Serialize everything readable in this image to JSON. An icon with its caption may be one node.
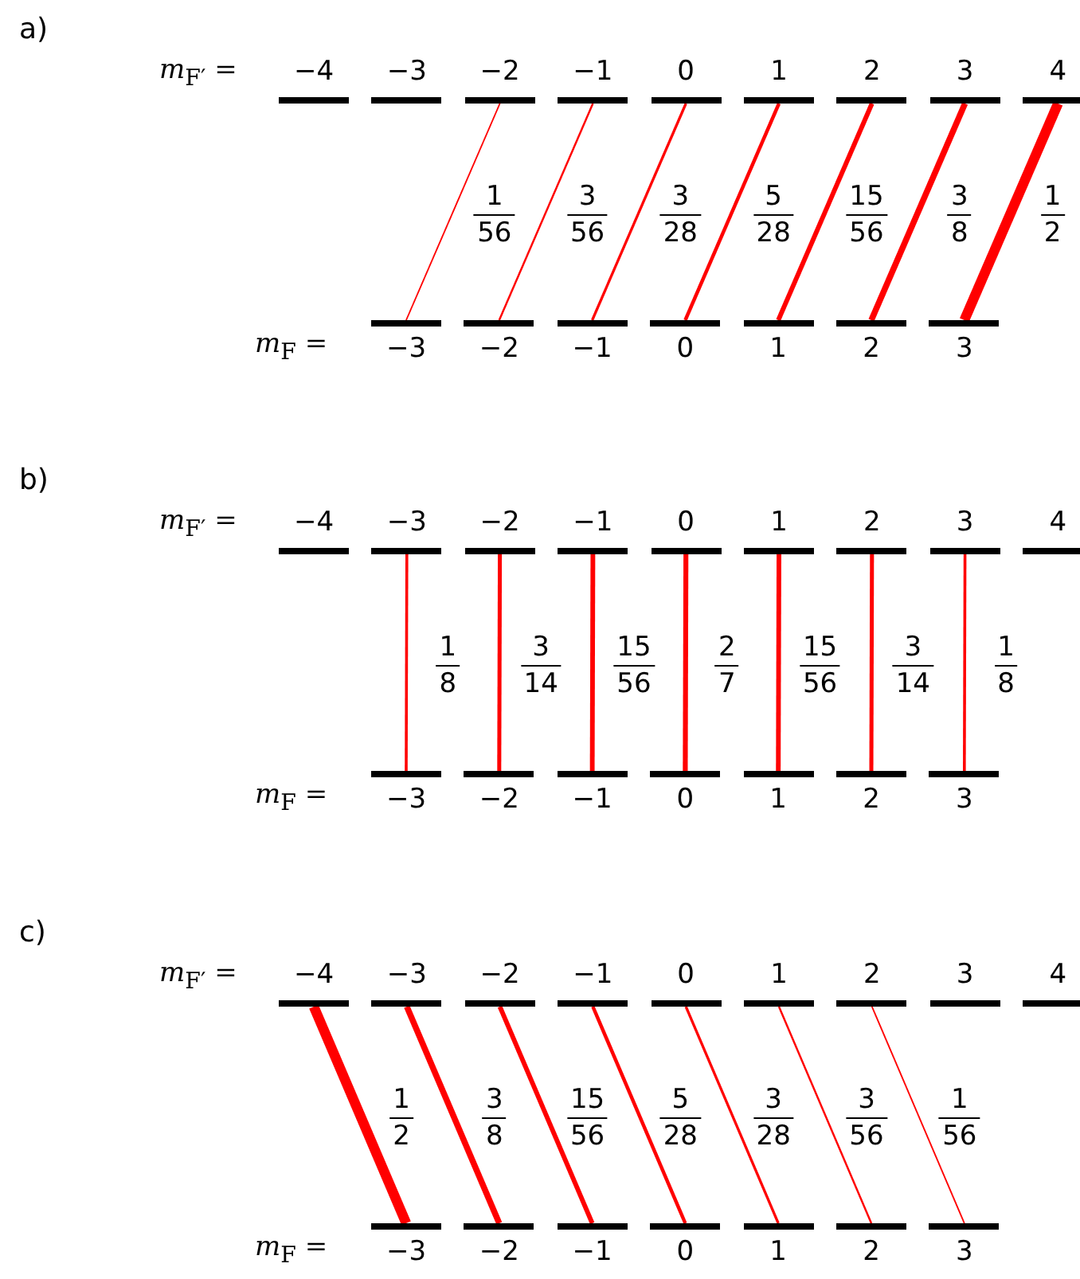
{
  "diagram": {
    "nodes": [
      {
        "text": [
          "−4"
        ]
      },
      {
        "text": [
          "−3"
        ]
      },
      {
        "text": [
          "−2"
        ]
      },
      {
        "text": [
          "−1"
        ]
      },
      {
        "text": [
          "0"
        ]
      },
      {
        "text": [
          "1"
        ]
      },
      {
        "text": [
          "2"
        ]
      },
      {
        "text": [
          "3"
        ]
      },
      {
        "text": [
          "4"
        ]
      },
      {
        "text": [
          "−3"
        ]
      },
      {
        "text": [
          "−2"
        ]
      },
      {
        "text": [
          "−1"
        ]
      },
      {
        "text": [
          "0"
        ]
      },
      {
        "text": [
          "1"
        ]
      },
      {
        "text": [
          "2"
        ]
      },
      {
        "text": [
          "3"
        ]
      },
      {
        "text": [
          "−4"
        ]
      },
      {
        "text": [
          "−3"
        ]
      },
      {
        "text": [
          "−2"
        ]
      },
      {
        "text": [
          "−1"
        ]
      },
      {
        "text": [
          "0"
        ]
      },
      {
        "text": [
          "1"
        ]
      },
      {
        "text": [
          "2"
        ]
      },
      {
        "text": [
          "3"
        ]
      },
      {
        "text": [
          "4"
        ]
      },
      {
        "text": [
          "−3"
        ]
      },
      {
        "text": [
          "−2"
        ]
      },
      {
        "text": [
          "−1"
        ]
      },
      {
        "text": [
          "0"
        ]
      },
      {
        "text": [
          "1"
        ]
      },
      {
        "text": [
          "2"
        ]
      },
      {
        "text": [
          "3"
        ]
      },
      {
        "text": [
          "−4"
        ]
      },
      {
        "text": [
          "−3"
        ]
      },
      {
        "text": [
          "−2"
        ]
      },
      {
        "text": [
          "−1"
        ]
      },
      {
        "text": [
          "0"
        ]
      },
      {
        "text": [
          "1"
        ]
      },
      {
        "text": [
          "2"
        ]
      },
      {
        "text": [
          "3"
        ]
      },
      {
        "text": [
          "4"
        ]
      },
      {
        "text": [
          "−3"
        ]
      },
      {
        "text": [
          "−2"
        ]
      },
      {
        "text": [
          "−1"
        ]
      },
      {
        "text": [
          "0"
        ]
      },
      {
        "text": [
          "1"
        ]
      },
      {
        "text": [
          "2"
        ]
      },
      {
        "text": [
          "3"
        ]
      }
    ],
    "edges": [
      {
        "from": 9,
        "to": 2,
        "arrow": "none",
        "label": "1 56"
      },
      {
        "from": 10,
        "to": 3,
        "arrow": "none",
        "label": "3 56"
      },
      {
        "from": 11,
        "to": 4,
        "arrow": "none",
        "label": "3 28"
      },
      {
        "from": 12,
        "to": 5,
        "arrow": "none",
        "label": "5 28"
      },
      {
        "from": 13,
        "to": 6,
        "arrow": "none",
        "label": "15 56"
      },
      {
        "from": 14,
        "to": 7,
        "arrow": "none",
        "label": "3 8"
      },
      {
        "from": 15,
        "to": 8,
        "arrow": "none",
        "label": "1 2",
        "style": "thick"
      },
      {
        "from": 25,
        "to": 17,
        "arrow": "none",
        "label": "1 8"
      },
      {
        "from": 26,
        "to": 18,
        "arrow": "none",
        "label": "3 14"
      },
      {
        "from": 27,
        "to": 19,
        "arrow": "none",
        "label": "15 56"
      },
      {
        "from": 28,
        "to": 20,
        "arrow": "none",
        "label": "2 7"
      },
      {
        "from": 29,
        "to": 21,
        "arrow": "none",
        "label": "15 56"
      },
      {
        "from": 30,
        "to": 22,
        "arrow": "none",
        "label": "3 14"
      },
      {
        "from": 31,
        "to": 23,
        "arrow": "none",
        "label": "1 8"
      },
      {
        "from": 41,
        "to": 32,
        "arrow": "none",
        "label": "1 2",
        "style": "thick"
      },
      {
        "from": 42,
        "to": 33,
        "arrow": "none",
        "label": "3 8"
      },
      {
        "from": 43,
        "to": 34,
        "arrow": "none",
        "label": "15 56"
      },
      {
        "from": 44,
        "to": 35,
        "arrow": "none",
        "label": "5 28"
      },
      {
        "from": 45,
        "to": 36,
        "arrow": "none",
        "label": "3 28"
      },
      {
        "from": 46,
        "to": 37,
        "arrow": "none",
        "label": "3 56"
      },
      {
        "from": 47,
        "to": 38,
        "arrow": "none",
        "label": "1 56"
      }
    ],
    "labels": [
      "a)",
      "*m*$_{F′}$ =",
      "*m*$_{F}$ =",
      "b)",
      "*m*$_{F′}$ =",
      "*m*$_{F}$ =",
      "c)",
      "*m*$_{F′}$ =",
      "*m*$_{F}$ ="
    ]
  }
}
